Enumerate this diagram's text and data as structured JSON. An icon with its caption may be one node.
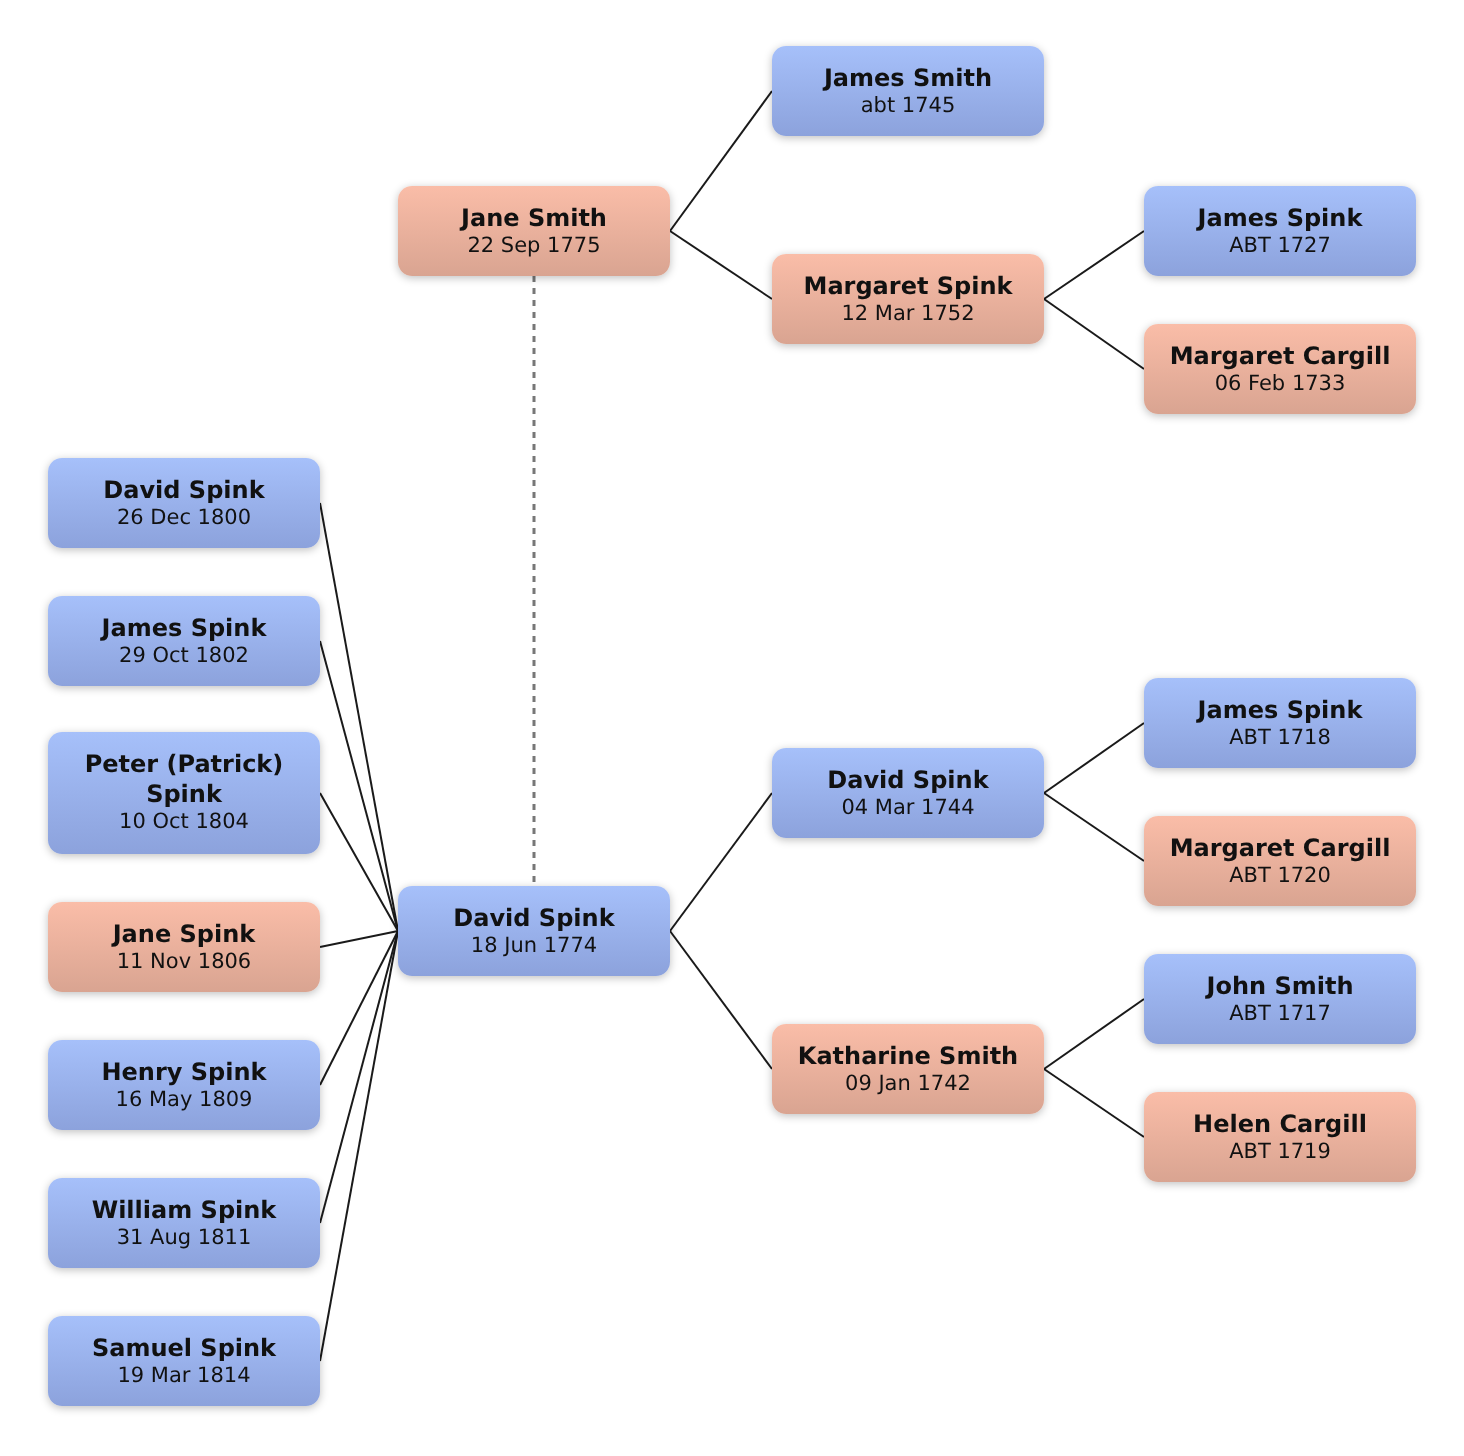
{
  "diagram": {
    "nodes": [
      {
        "text": [
          "Jane Smith",
          "22 Sep 1775"
        ]
      },
      {
        "text": [
          "James Smith",
          "abt 1745"
        ]
      },
      {
        "text": [
          "Margaret Spink",
          "12 Mar 1752"
        ]
      },
      {
        "text": [
          "James Spink",
          "ABT 1727"
        ]
      },
      {
        "text": [
          "Margaret Cargill",
          "06 Feb 1733"
        ]
      },
      {
        "text": [
          "David Spink",
          "26 Dec 1800"
        ]
      },
      {
        "text": [
          "James Spink",
          "29 Oct 1802"
        ]
      },
      {
        "text": [
          "Peter (Patrick) Spink",
          "10 Oct 1804"
        ]
      },
      {
        "text": [
          "Jane Spink",
          "11 Nov 1806"
        ]
      },
      {
        "text": [
          "Henry Spink",
          "16 May 1809"
        ]
      },
      {
        "text": [
          "William Spink",
          "31 Aug 1811"
        ]
      },
      {
        "text": [
          "Samuel Spink",
          "19 Mar 1814"
        ]
      },
      {
        "text": [
          "David Spink",
          "18 Jun 1774"
        ]
      },
      {
        "text": [
          "David Spink",
          "04 Mar 1744"
        ]
      },
      {
        "text": [
          "James Spink",
          "ABT 1718"
        ]
      },
      {
        "text": [
          "Margaret Cargill",
          "ABT 1720"
        ]
      },
      {
        "text": [
          "Katharine Smith",
          "09 Jan 1742"
        ]
      },
      {
        "text": [
          "John Smith",
          "ABT 1717"
        ]
      },
      {
        "text": [
          "Helen Cargill",
          "ABT 1719"
        ]
      }
    ],
    "edges": [
      {
        "from": 0,
        "to": 1,
        "arrow": "none"
      },
      {
        "from": 0,
        "to": 2,
        "arrow": "none"
      },
      {
        "from": 2,
        "to": 3,
        "arrow": "none"
      },
      {
        "from": 2,
        "to": 4,
        "arrow": "none"
      },
      {
        "from": 0,
        "to": 12,
        "arrow": "none",
        "style": "dashed",
        "color": "#777777"
      },
      {
        "from": 5,
        "to": 12,
        "arrow": "none"
      },
      {
        "from": 6,
        "to": 12,
        "arrow": "none"
      },
      {
        "from": 7,
        "to": 12,
        "arrow": "none"
      },
      {
        "from": 8,
        "to": 12,
        "arrow": "none"
      },
      {
        "from": 9,
        "to": 12,
        "arrow": "none"
      },
      {
        "from": 10,
        "to": 12,
        "arrow": "none"
      },
      {
        "from": 11,
        "to": 12,
        "arrow": "none"
      },
      {
        "from": 12,
        "to": 13,
        "arrow": "none"
      },
      {
        "from": 12,
        "to": 16,
        "arrow": "none"
      },
      {
        "from": 13,
        "to": 14,
        "arrow": "none"
      },
      {
        "from": 13,
        "to": 15,
        "arrow": "none"
      },
      {
        "from": 16,
        "to": 17,
        "arrow": "none"
      },
      {
        "from": 16,
        "to": 18,
        "arrow": "none"
      }
    ]
  }
}
